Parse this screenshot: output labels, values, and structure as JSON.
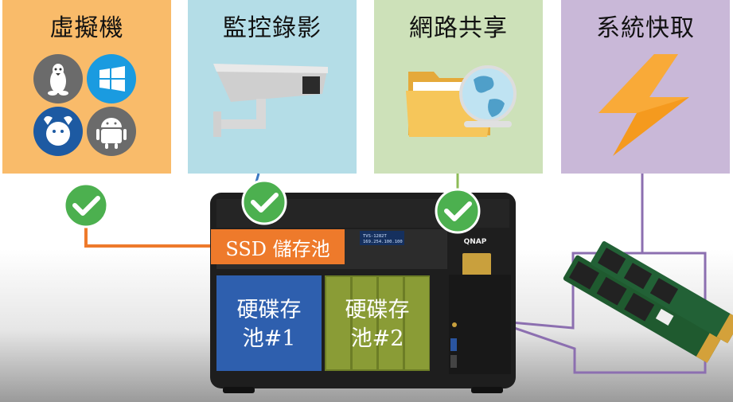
{
  "panels": [
    {
      "title": "虛擬機",
      "icons": [
        "linux-icon",
        "windows-icon",
        "freebsd-icon",
        "android-icon"
      ],
      "color": "#f9bb6a"
    },
    {
      "title": "監控錄影",
      "icons": [
        "security-camera-icon"
      ],
      "color": "#b4dde7"
    },
    {
      "title": "網路共享",
      "icons": [
        "folder-icon",
        "globe-icon"
      ],
      "color": "#cde1b9"
    },
    {
      "title": "系統快取",
      "icons": [
        "lightning-icon"
      ],
      "color": "#c9b8d8"
    }
  ],
  "nas": {
    "brand": "QNAP",
    "lcd_model": "TVS-1282T",
    "lcd_ip": "169.254.100.100"
  },
  "pools": {
    "ssd": "SSD 儲存池",
    "pool1_line1": "硬碟存",
    "pool1_line2": "池#1",
    "pool2_line1": "硬碟存",
    "pool2_line2": "池#2"
  },
  "colors": {
    "ssd": "#ee7a2b",
    "pool1": "#2e5fae",
    "pool2": "#7a8d2c",
    "check": "#4cb04f",
    "snapshot_line": "#8c6fb0"
  }
}
